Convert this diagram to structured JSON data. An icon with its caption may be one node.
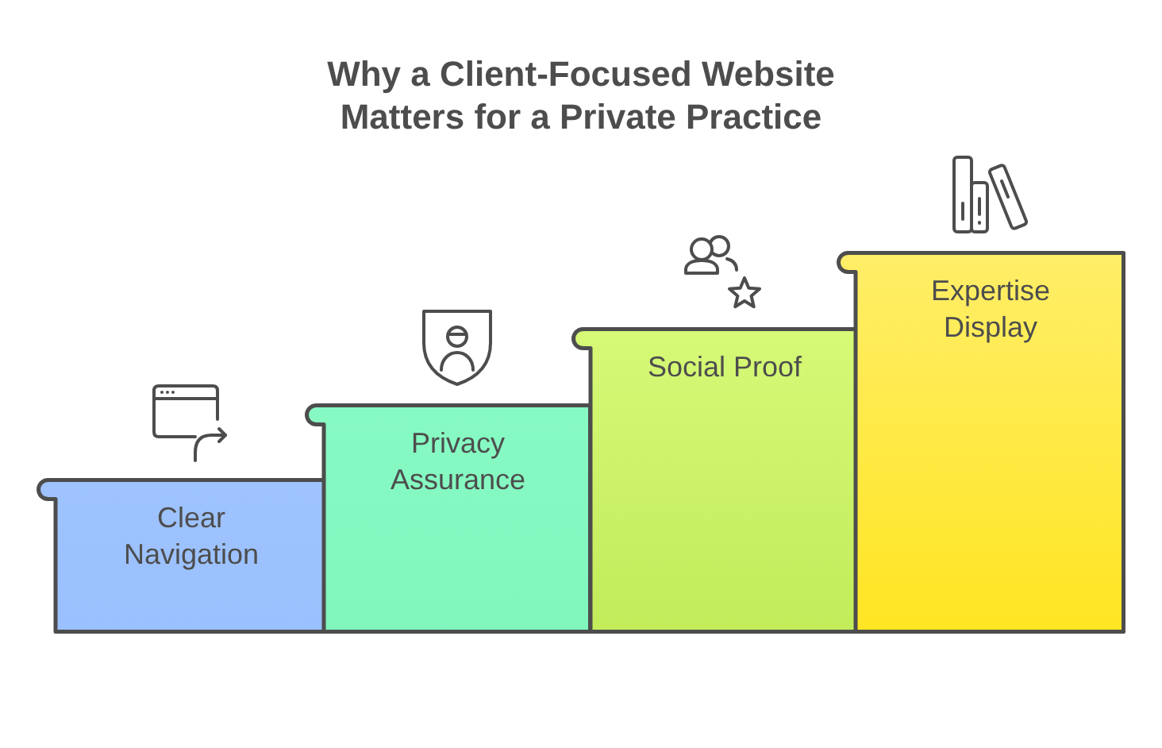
{
  "diagram": {
    "title": "Why a Client-Focused Website Matters for a Private Practice",
    "nodes": [
      {
        "text": [
          "Clear Navigation"
        ]
      },
      {
        "text": [
          "Privacy Assurance"
        ]
      },
      {
        "text": [
          "Social Proof"
        ]
      },
      {
        "text": [
          "Expertise Display"
        ]
      }
    ]
  }
}
